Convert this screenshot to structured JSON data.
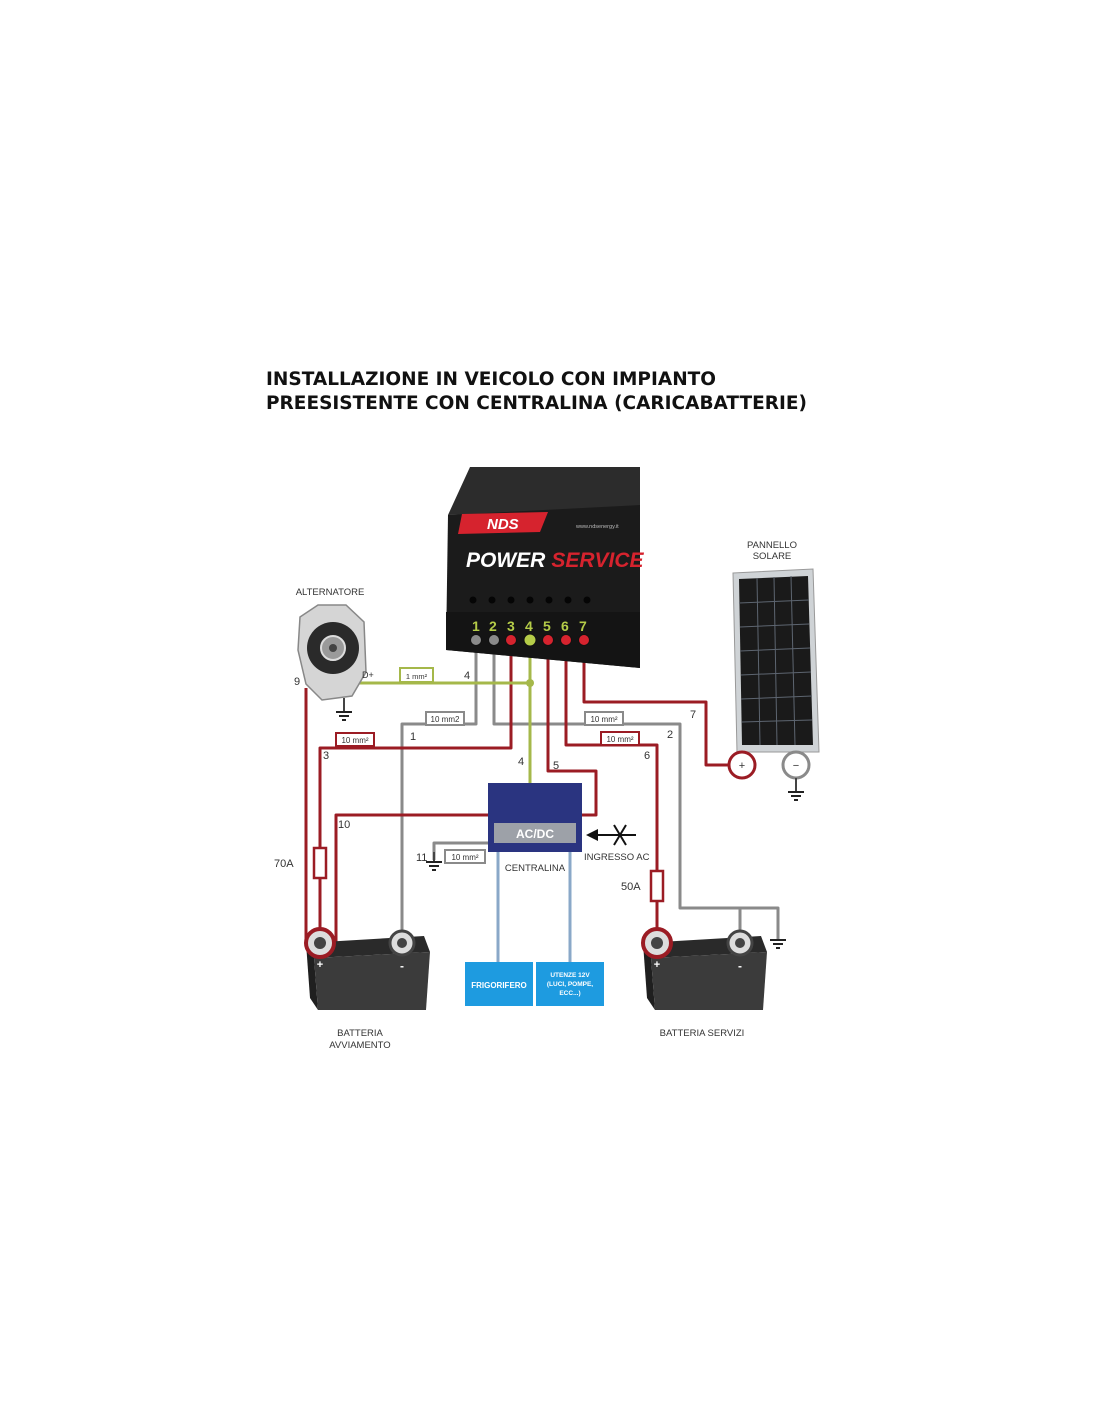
{
  "title": {
    "line1": "INSTALLAZIONE IN VEICOLO CON IMPIANTO",
    "line2": "PREESISTENTE CON CENTRALINA (CARICABATTERIE)"
  },
  "device": {
    "brand": "NDS",
    "website": "www.ndsenergy.it",
    "name_white": "POWER",
    "name_red": "SERVICE",
    "terminals": [
      "1",
      "2",
      "3",
      "4",
      "5",
      "6",
      "7"
    ]
  },
  "labels": {
    "alternator": "ALTERNATORE",
    "d_plus": "D+",
    "solar_line1": "PANNELLO",
    "solar_line2": "SOLARE",
    "plus": "+",
    "minus": "−",
    "acdc": "AC/DC",
    "control_unit": "CENTRALINA",
    "ac_input": "INGRESSO AC",
    "fridge": "FRIGORIFERO",
    "loads_line1": "UTENZE 12V",
    "loads_line2": "(LUCI, POMPE,",
    "loads_line3": "ECC...)",
    "starter_battery_line1": "BATTERIA",
    "starter_battery_line2": "AVVIAMENTO",
    "service_battery": "BATTERIA SERVIZI",
    "battery_plus": "+",
    "battery_minus": "-"
  },
  "cable_tags": {
    "alt_signal": "1 mm²",
    "neg_1": "10 mm2",
    "pos_3": "10 mm²",
    "neg_2": "10 mm²",
    "pos_6": "10 mm²",
    "ground_11": "10 mm²"
  },
  "wire_numbers": {
    "w9": "9",
    "w4_top": "4",
    "w1": "1",
    "w3": "3",
    "w4": "4",
    "w5": "5",
    "w10": "10",
    "w11": "11",
    "w6": "6",
    "w2": "2",
    "w7": "7"
  },
  "fuses": {
    "starter": "70A",
    "service": "50A"
  },
  "colors": {
    "positive_wire": "#9b1c24",
    "negative_wire": "#8a8a8a",
    "signal_wire": "#a5b84a",
    "terminal_green": "#b5cc48",
    "terminal_red": "#d6232e",
    "brand_red": "#d6232e",
    "control_unit_blue": "#2a3480",
    "load_blue": "#1e9be0",
    "device_body": "#1b1b1b"
  }
}
